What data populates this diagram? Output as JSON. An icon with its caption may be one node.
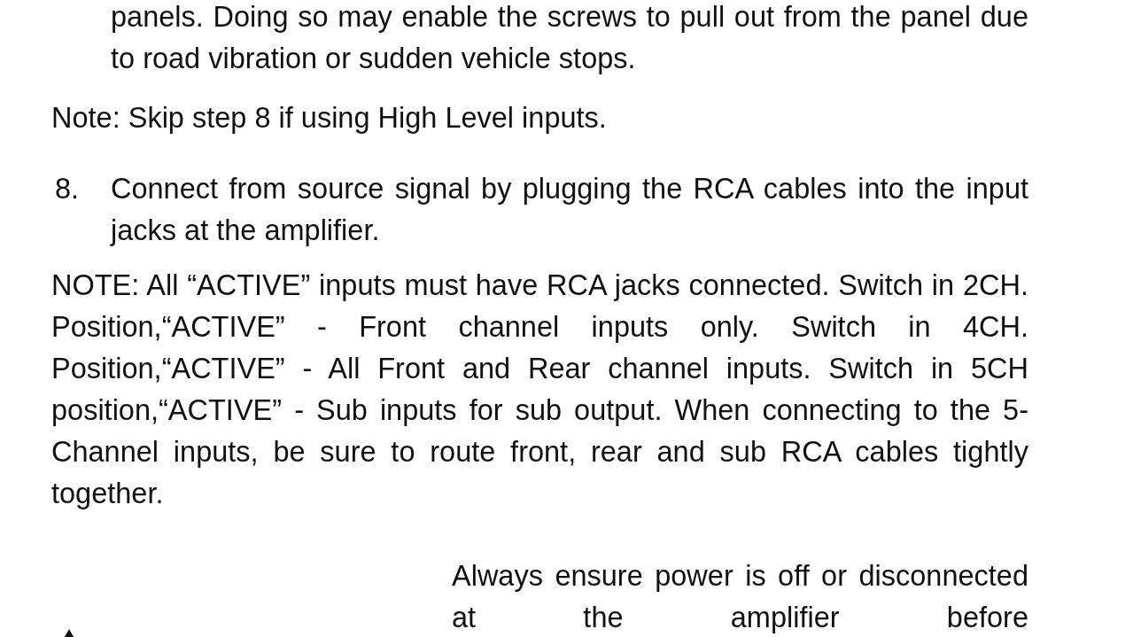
{
  "diagram": {
    "labels": [
      "panels. Doing so may enable the screws to pull out from the panel due to road vibration or sudden vehicle stops.",
      "Note: Skip step 8 if using High Level inputs.",
      "8.",
      "Connect from source signal by plugging the RCA cables into the input jacks at the amplifier.",
      "NOTE: All “ACTIVE” inputs must have RCA jacks connected. Switch in 2CH. Position,“ACTIVE” - Front channel inputs only. Switch in 4CH. Position,“ACTIVE” - All Front and Rear channel inputs. Switch in 5CH position,“ACTIVE” - Sub inputs for sub output. When connecting to the 5-Channel inputs, be sure to route front, rear and sub RCA cables tightly together.",
      "Always ensure power is off or disconnected at the amplifier before"
    ]
  }
}
